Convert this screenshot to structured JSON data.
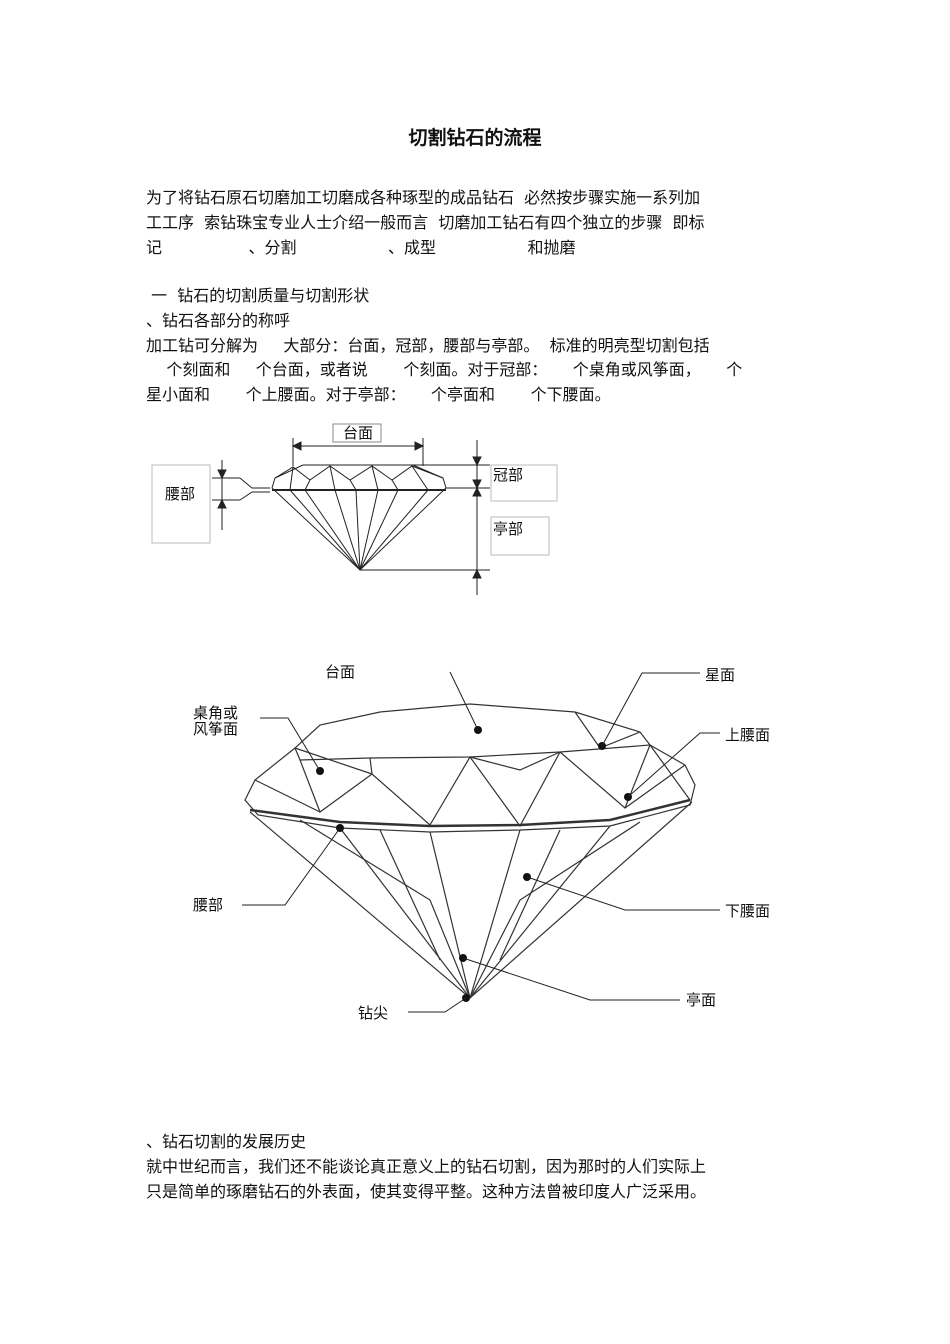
{
  "title": "切割钻石的流程",
  "intro": [
    "为了将钻石原石切磨加工切磨成各种琢型的成品钻石  必然按步骤实施一系列加",
    "工工序  索钻珠宝专业人士介绍一般而言  切磨加工钻石有四个独立的步骤  即标",
    "记                 、分割                  、成型                  和抛磨"
  ],
  "section1": {
    "heading": " 一  钻石的切割质量与切割形状",
    "sub1": "、钻石各部分的称呼",
    "body": [
      "加工钻可分解为     大部分：台面，冠部，腰部与亭部。  标准的明亮型切割包括",
      "    个刻面和     个台面，或者说       个刻面。对于冠部：     个桌角或风筝面，     个",
      "星小面和       个上腰面。对于亭部：     个亭面和       个下腰面。"
    ]
  },
  "diagram1": {
    "table_label": "台面",
    "crown_label": "冠部",
    "pavilion_label": "亭部",
    "girdle_label": "腰部"
  },
  "diagram2": {
    "table": "台面",
    "star": "星面",
    "kite_line1": "桌角或",
    "kite_line2": "风筝面",
    "upper_girdle": "上腰面",
    "girdle": "腰部",
    "lower_girdle": "下腰面",
    "pavilion": "亭面",
    "culet": "钻尖"
  },
  "section2": {
    "heading": "、钻石切割的发展历史",
    "body": [
      "就中世纪而言，我们还不能谈论真正意义上的钻石切割，因为那时的人们实际上",
      "只是简单的琢磨钻石的外表面，使其变得平整。这种方法曾被印度人广泛采用。"
    ]
  }
}
